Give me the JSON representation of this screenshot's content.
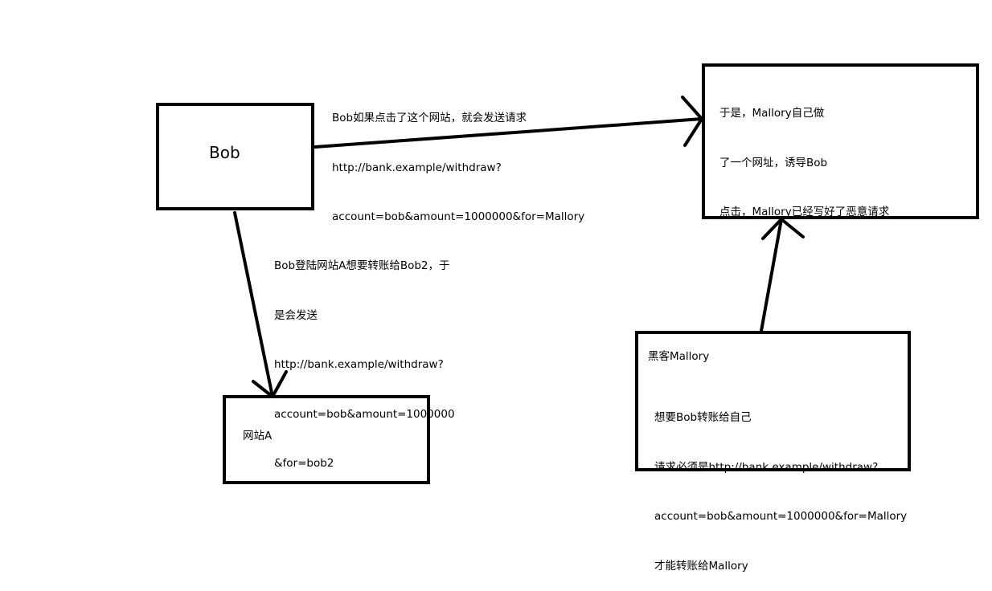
{
  "nodes": {
    "bob": {
      "label": "Bob"
    },
    "site_a": {
      "label": "网站A"
    },
    "mallory_site": {
      "lines": [
        "于是，Mallory自己做",
        "了一个网址，诱导Bob",
        "点击，Mallory已经写好了恶意请求"
      ]
    },
    "hacker": {
      "title": "黑客Mallory",
      "lines": [
        "想要Bob转账给自己",
        "请求必须是http://bank.example/withdraw?",
        "account=bob&amount=1000000&for=Mallory",
        "才能转账给Mallory"
      ]
    }
  },
  "edges": {
    "bob_to_mallory_site": {
      "lines": [
        "Bob如果点击了这个网站，就会发送请求",
        "http://bank.example/withdraw?",
        "account=bob&amount=1000000&for=Mallory"
      ]
    },
    "bob_to_site_a": {
      "lines": [
        "Bob登陆网站A想要转账给Bob2，于",
        "是会发送",
        "http://bank.example/withdraw?",
        "account=bob&amount=1000000",
        "&for=bob2"
      ]
    },
    "hacker_to_mallory_site": {}
  },
  "colors": {
    "stroke": "#000000",
    "background": "#ffffff"
  }
}
